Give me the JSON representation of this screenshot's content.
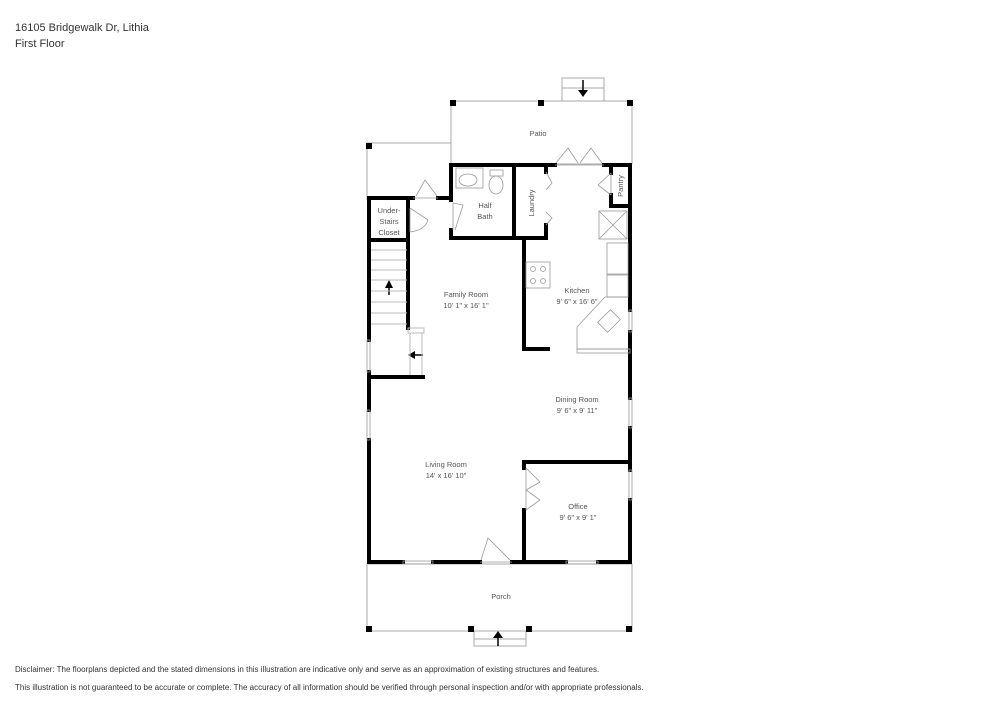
{
  "header": {
    "address": "16105 Bridgewalk Dr, Lithia",
    "floor": "First Floor"
  },
  "rooms": {
    "patio": {
      "name": "Patio",
      "dims": ""
    },
    "understairs": {
      "name1": "Under-",
      "name2": "Stairs",
      "name3": "Closet"
    },
    "halfbath": {
      "name1": "Half",
      "name2": "Bath"
    },
    "laundry": {
      "name": "Laundry"
    },
    "pantry": {
      "name": "Pantry"
    },
    "family": {
      "name": "Family Room",
      "dims": "10' 1\" x 16' 1\""
    },
    "kitchen": {
      "name": "Kitchen",
      "dims": "9' 6\" x 16' 6\""
    },
    "dining": {
      "name": "Dining Room",
      "dims": "9' 6\" x 9' 11\""
    },
    "living": {
      "name": "Living Room",
      "dims": "14' x 16' 10\""
    },
    "office": {
      "name": "Office",
      "dims": "9' 6\" x 9' 1\""
    },
    "porch": {
      "name": "Porch",
      "dims": ""
    }
  },
  "disclaimer": {
    "line1": "Disclaimer: The floorplans depicted and the stated dimensions in this illustration are indicative only and serve as an approximation of existing structures and features.",
    "line2": "This illustration is not guaranteed to be accurate or complete. The accuracy of all information should be verified through personal inspection and/or with appropriate professionals."
  },
  "colors": {
    "wall": "#000000",
    "thin": "#aaaaaa",
    "text": "#555555"
  }
}
